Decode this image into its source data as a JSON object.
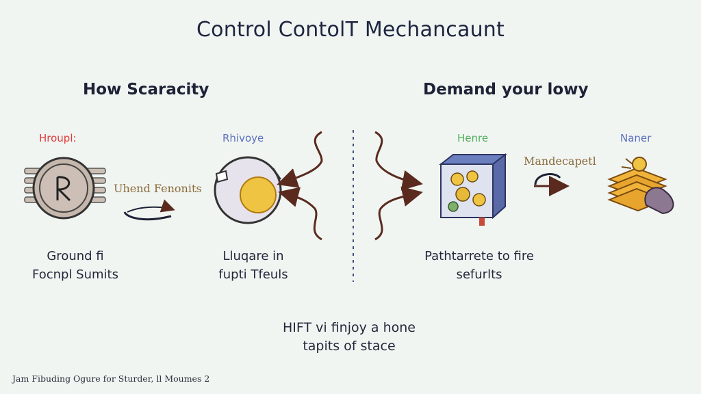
{
  "title": "Control ContolT Mechancaunt",
  "left_section": {
    "heading": "How Scaracity"
  },
  "right_section": {
    "heading": "Demand your lowy"
  },
  "nodes": [
    {
      "label": "Hroupl:",
      "label_color": "#e03a3a",
      "caption_lines": [
        "Ground fi",
        "Focnpl Sumits"
      ],
      "icon": "coin-icon"
    },
    {
      "label": "Rhivoye",
      "label_color": "#5a6fbf",
      "caption_lines": [
        "Lluqare in",
        "fupti Tfeuls"
      ],
      "icon": "egg-orb-icon"
    },
    {
      "label": "Henre",
      "label_color": "#4fae5b",
      "caption_lines": [
        "Pathtarrete to fire",
        "sefurlts"
      ],
      "icon": "coin-box-icon"
    },
    {
      "label": "Naner",
      "label_color": "#5a6fbf",
      "caption_lines": [],
      "icon": "stacked-coins-icon"
    }
  ],
  "connectors": [
    {
      "label": "Uhend Fenonits"
    },
    {
      "label": "Mandecapetl"
    }
  ],
  "bottom_text": [
    "HIFT vi finjoy a hone",
    "tapits of stace"
  ],
  "footer": "Jam Fibuding Ogure for Sturder, ll Moumes 2"
}
